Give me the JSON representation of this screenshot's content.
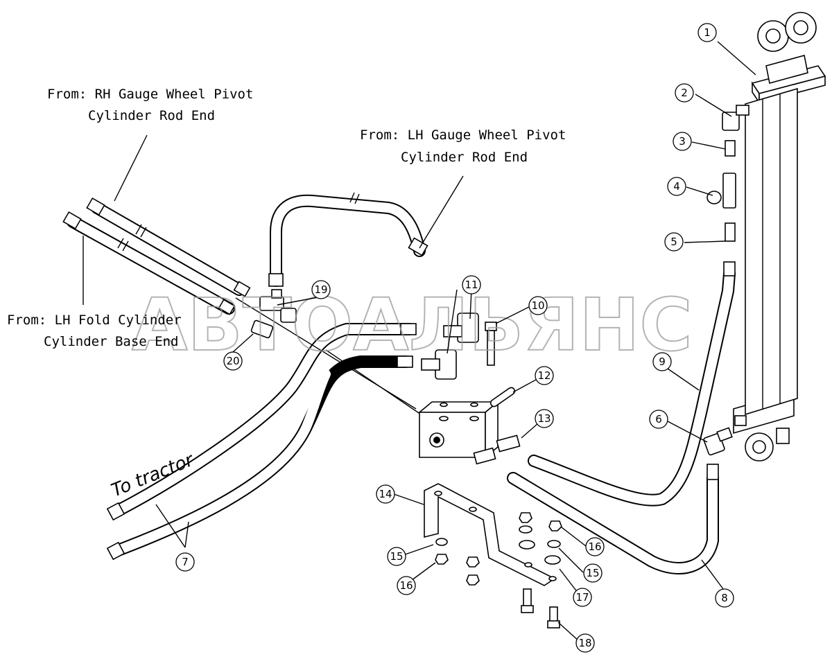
{
  "labels": {
    "rh_pivot_line1": "From: RH Gauge Wheel Pivot",
    "rh_pivot_line2": "Cylinder Rod End",
    "lh_pivot_line1": "From: LH Gauge Wheel Pivot",
    "lh_pivot_line2": "Cylinder Rod End",
    "lh_fold_line1": "From: LH Fold Cylinder",
    "lh_fold_line2": "Cylinder Base End",
    "to_tractor": "To tractor"
  },
  "watermark": "АВТОАЛЬЯНС",
  "callouts": [
    "1",
    "2",
    "3",
    "4",
    "5",
    "6",
    "7",
    "8",
    "9",
    "10",
    "11",
    "12",
    "13",
    "14",
    "15",
    "16",
    "17",
    "18",
    "19",
    "20"
  ]
}
